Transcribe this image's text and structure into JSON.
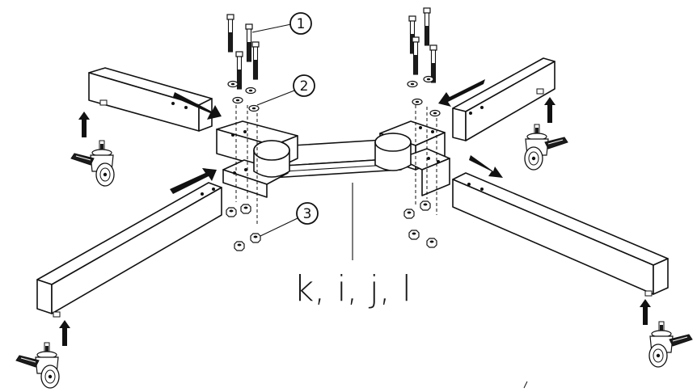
{
  "callouts": [
    {
      "number": "1"
    },
    {
      "number": "2"
    },
    {
      "number": "3"
    }
  ],
  "part_label": "k, i, j, l",
  "colors": {
    "line": "#111111",
    "fill": "#ffffff",
    "accent_dark": "#1b1b1b"
  }
}
